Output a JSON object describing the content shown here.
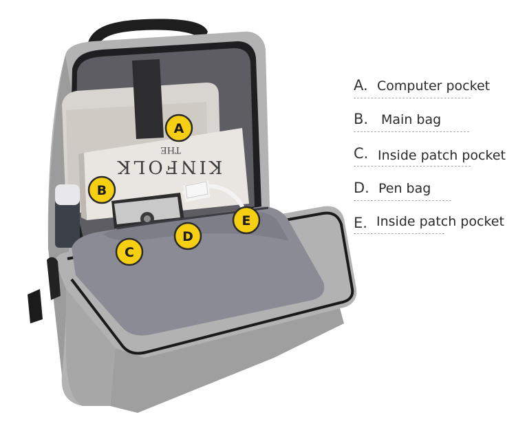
{
  "legend": {
    "items": [
      {
        "letter": "A.",
        "text": "Computer pocket"
      },
      {
        "letter": "B.",
        "text": "Main bag"
      },
      {
        "letter": "C.",
        "text": "Inside patch pocket"
      },
      {
        "letter": "D.",
        "text": "Pen bag"
      },
      {
        "letter": "E.",
        "text": "Inside patch pocket"
      }
    ]
  },
  "markers": [
    "A",
    "B",
    "C",
    "D",
    "E"
  ],
  "book": {
    "line1": "THE",
    "line2": "KINFOLK"
  },
  "colors": {
    "bag_shell": "#b3b3b3",
    "bag_front": "#a7a7a7",
    "lining": "#5d5d63",
    "pocket": "#8a8b94",
    "zipper": "#1a1a1a",
    "marker_fill": "#f7cf12",
    "marker_stroke": "#2a2a2a",
    "dashed_line": "#a9a9a9"
  }
}
